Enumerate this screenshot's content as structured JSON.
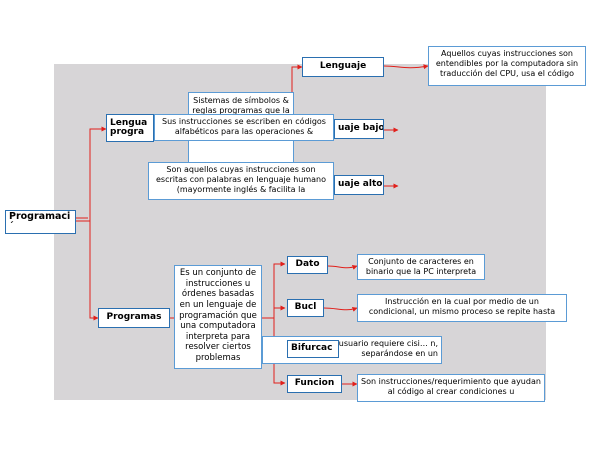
{
  "nodes": {
    "programacion": "Programaci\n´",
    "lenguajes": "Lengua\nprogra",
    "programas": "Programas",
    "lenguaje": "Lenguaje",
    "lenguaje_bajo": "uaje bajo",
    "lenguaje_alto": "uaje alto",
    "dato": "Dato",
    "bucle": "Bucl",
    "bifurcacion": "Bifurcac",
    "funcion": "Funcion"
  },
  "notes": {
    "lenguaje": "Aquellos cuyas instrucciones son entendibles por la computadora sin traducción del CPU, usa el código",
    "sistemas": "Sistemas de símbolos & reglas programas que la computadora puede operar &",
    "bajo": "Sus instrucciones se escriben en códigos alfabéticos para las operaciones &",
    "alto": "Son aquellos cuyas instrucciones son escritas con palabras en lenguaje humano (mayormente inglés & facilita la",
    "programas": "Es un conjunto de instrucciones u órdenes basadas en un lenguaje de programación que una computadora interpreta para resolver ciertos problemas",
    "dato": "Conjunto de caracteres en binario que la PC interpreta",
    "bucle": "Instrucción en la cual por medio de un condicional, un mismo proceso se repite hasta",
    "bifurcacion": "nto, s… un usuario requiere cisi… n, separándose en un",
    "funcion": "Son instrucciones/requerimiento que ayudan al código al crear condiciones u"
  },
  "colors": {
    "connector": "#e0201b",
    "node_border": "#2a6fb0",
    "note_border": "#5b9bd5",
    "panel": "#d7d5d7"
  }
}
